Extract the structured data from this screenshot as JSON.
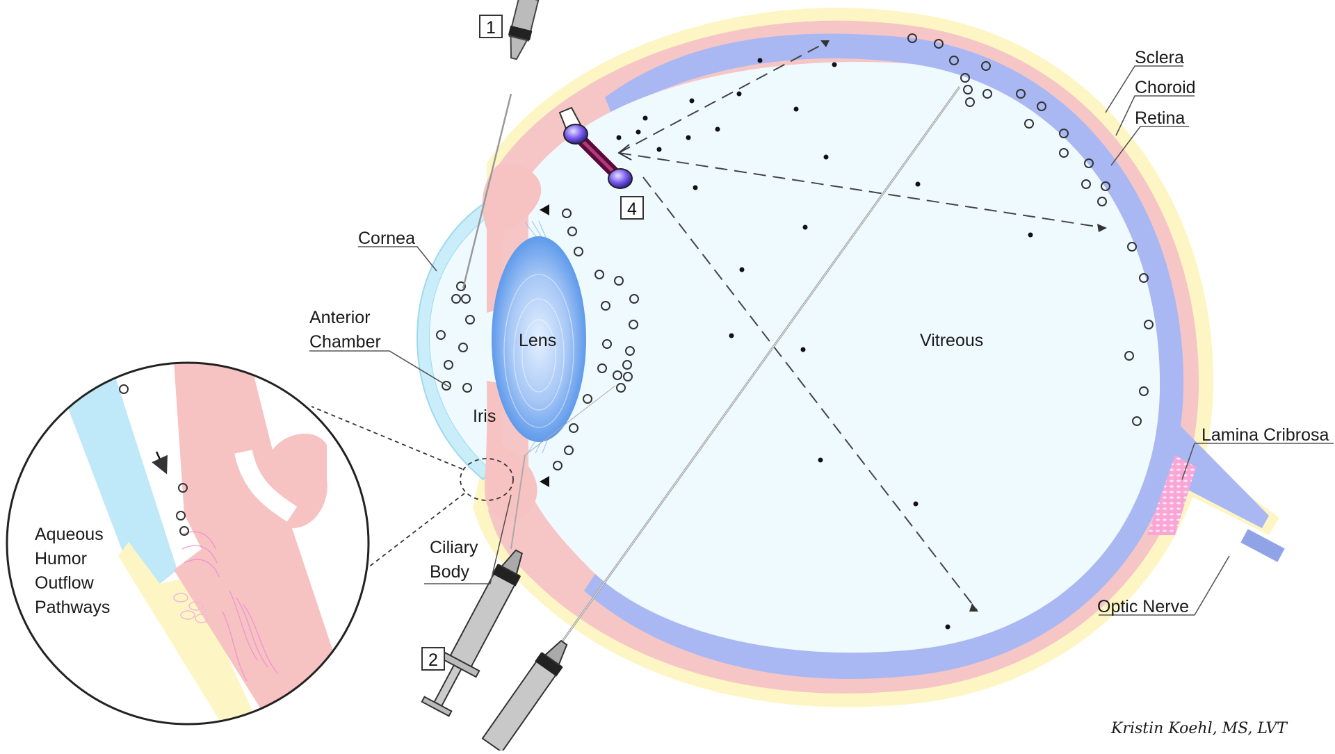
{
  "labels": {
    "sclera": "Sclera",
    "choroid": "Choroid",
    "retina": "Retina",
    "cornea": "Cornea",
    "anterior_chamber_1": "Anterior",
    "anterior_chamber_2": "Chamber",
    "lens": "Lens",
    "iris": "Iris",
    "vitreous": "Vitreous",
    "ciliary_body_1": "Ciliary",
    "ciliary_body_2": "Body",
    "lamina_cribrosa": "Lamina Cribrosa",
    "optic_nerve": "Optic Nerve",
    "aqueous_1": "Aqueous",
    "aqueous_2": "Humor",
    "aqueous_3": "Outflow",
    "aqueous_4": "Pathways"
  },
  "routes": {
    "route_1": "1",
    "route_2": "2",
    "route_4": "4"
  },
  "credit": "Kristin Koehl, MS, LVT",
  "colors": {
    "sclera": "#fdf6c4",
    "choroid": "#f6c6c6",
    "retina": "#a9b8f2",
    "vitreous": "#eefaff",
    "cornea": "#c9eefa",
    "iris": "#f6c2c2",
    "lens": "#5b9cec"
  }
}
